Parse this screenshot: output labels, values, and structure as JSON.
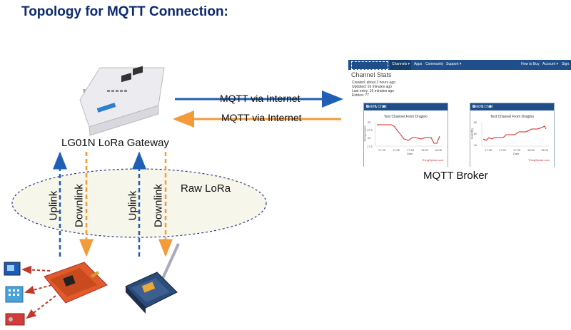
{
  "title": "Topology for MQTT Connection:",
  "gateway_label": "LG01N LoRa Gateway",
  "broker_label": "MQTT Broker",
  "raw_lora_label": "Raw LoRa",
  "arrow_up_label": "MQTT via Internet",
  "arrow_down_label": "MQTT via Internet",
  "link_labels": {
    "uplink": "Uplink",
    "downlink": "Downlink"
  },
  "thingspeak": {
    "nav": [
      "Channels ▾",
      "Apps",
      "Community",
      "Support ▾",
      "How to Buy",
      "Account ▾",
      "Sign"
    ],
    "heading": "Channel Stats",
    "meta": [
      "Created: about 2 hours ago",
      "Updated: 16 minutes ago",
      "Last entry: 16 minutes ago",
      "Entries: 77"
    ],
    "panels": [
      {
        "title": "Field 1 Chart",
        "chart_title": "Test Channel From Dragino",
        "ylabel": "Temperature",
        "xlabel": "Date",
        "xticks": [
          "17:45",
          "17:50",
          "17:55",
          "18:00",
          "18:05"
        ],
        "yticks": [
          "25",
          "22.5",
          "20",
          "17.5"
        ],
        "credit": "ThingSpeak.com"
      },
      {
        "title": "Field 2 Chart",
        "chart_title": "Test Channel From Dragino",
        "ylabel": "Humidity",
        "xlabel": "Date",
        "xticks": [
          "17:45",
          "17:50",
          "17:55",
          "18:00",
          "18:05"
        ],
        "yticks": [
          "80",
          "60",
          "40"
        ],
        "credit": "ThingSpeak.com"
      }
    ],
    "icons": "⧉ ✎ ✖"
  },
  "colors": {
    "blue": "#1f5fb5",
    "orange": "#f39a3a",
    "title": "#0b2a6f",
    "red_dash": "#c0392b"
  }
}
